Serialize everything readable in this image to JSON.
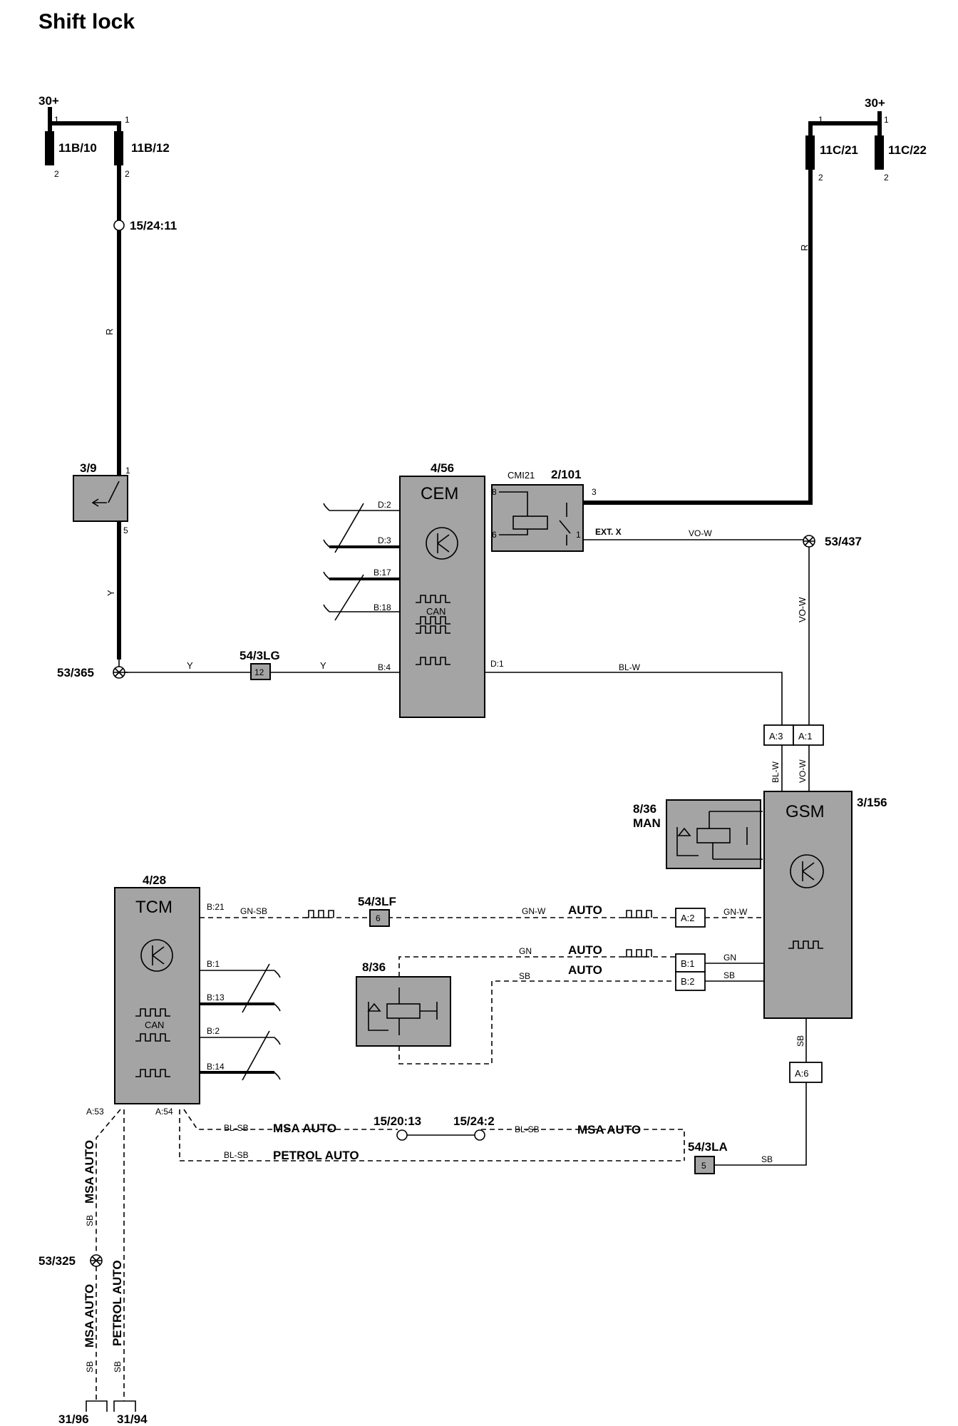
{
  "title": "Shift lock",
  "supply": {
    "left": "30+",
    "right": "30+"
  },
  "fuses": {
    "f11b10": "11B/10",
    "f11b12": "11B/12",
    "f11c21": "11C/21",
    "f11c22": "11C/22"
  },
  "pins": {
    "p1": "1",
    "p2": "2",
    "p3": "3",
    "p5": "5",
    "p6": "6",
    "p8": "8",
    "p12": "12"
  },
  "wire_colors": {
    "r": "R",
    "y": "Y",
    "vo_w": "VO-W",
    "bl_w": "BL-W",
    "gn_sb": "GN-SB",
    "gn_w": "GN-W",
    "gn": "GN",
    "sb": "SB",
    "bl_sb": "BL-SB"
  },
  "splices": {
    "s15_24_11": "15/24:11",
    "s53_365": "53/365",
    "s53_437": "53/437",
    "s53_325": "53/325",
    "s15_20_13": "15/20:13",
    "s15_24_2": "15/24:2"
  },
  "components": {
    "c3_9": "3/9",
    "c4_56": "4/56",
    "cem": "CEM",
    "can": "CAN",
    "cmi21": "CMI21",
    "c2_101": "2/101",
    "ext_x": "EXT. X",
    "c54_3lg": "54/3LG",
    "c54_3lf": "54/3LF",
    "c54_3la": "54/3LA",
    "gsm": "GSM",
    "c3_156": "3/156",
    "c8_36": "8/36",
    "man": "MAN",
    "c4_28": "4/28",
    "tcm": "TCM",
    "gnd_31_96": "31/96",
    "gnd_31_94": "31/94"
  },
  "connectors": {
    "d2": "D:2",
    "d3": "D:3",
    "b17": "B:17",
    "b18": "B:18",
    "b4": "B:4",
    "d1": "D:1",
    "a3": "A:3",
    "a1": "A:1",
    "a2": "A:2",
    "b1": "B:1",
    "b2": "B:2",
    "a6": "A:6",
    "b21": "B:21",
    "tb1": "B:1",
    "tb13": "B:13",
    "tb2": "B:2",
    "tb14": "B:14",
    "a53": "A:53",
    "a54": "A:54"
  },
  "variants": {
    "auto": "AUTO",
    "msa_auto": "MSA AUTO",
    "petrol_auto": "PETROL AUTO"
  },
  "colors": {
    "module_fill": "#a4a4a4",
    "line": "#000000"
  }
}
